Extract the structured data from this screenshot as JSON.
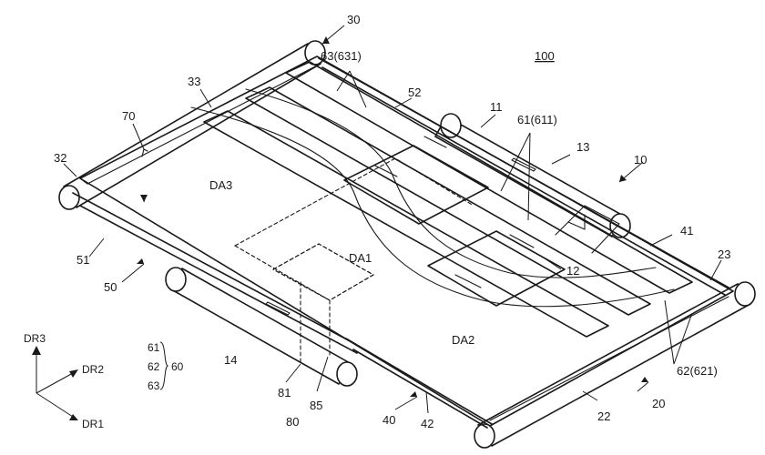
{
  "figure": {
    "title": "100",
    "labels": {
      "l30": "30",
      "l63_631": "63(631)",
      "l33": "33",
      "l52": "52",
      "l70": "70",
      "l11": "11",
      "l61_611": "61(611)",
      "l13": "13",
      "l10": "10",
      "l32": "32",
      "lDA3": "DA3",
      "l41": "41",
      "l23": "23",
      "lDA1": "DA1",
      "l12": "12",
      "l51": "51",
      "l50": "50",
      "lDA2": "DA2",
      "l62_621": "62(621)",
      "l14": "14",
      "l81": "81",
      "l85": "85",
      "l80": "80",
      "l40": "40",
      "l42": "42",
      "l22": "22",
      "l20": "20"
    },
    "legend": {
      "g61": "61",
      "g62": "62",
      "g63": "63",
      "g60": "60"
    },
    "axes": {
      "dr3": "DR3",
      "dr2": "DR2",
      "dr1": "DR1"
    }
  }
}
